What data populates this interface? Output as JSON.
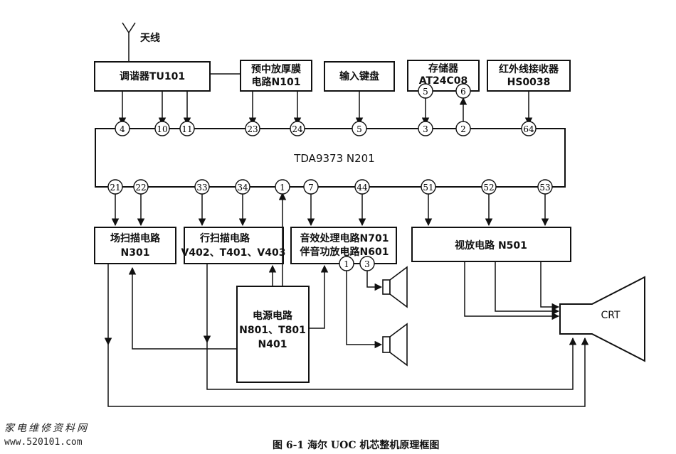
{
  "antenna": "天线",
  "blocks": {
    "tuner": "调谐器TU101",
    "preamp_1": "预中放厚膜",
    "preamp_2": "电路N101",
    "keyboard": "输入键盘",
    "memory_1": "存储器",
    "memory_2": "AT24C08",
    "ir_1": "红外线接收器",
    "ir_2": "HS0038",
    "field_1": "场扫描电路",
    "field_2": "N301",
    "line_1": "行扫描电路",
    "line_2": "V402、T401、V403",
    "audio_1": "音效处理电路N701",
    "audio_2": "伴音功放电路N601",
    "video": "视放电路 N501",
    "power_1": "电源电路",
    "power_2": "N801、T801",
    "power_3": "N401",
    "crt": "CRT"
  },
  "chip_label": "TDA9373  N201",
  "pins": {
    "top": [
      "4",
      "10",
      "11",
      "23",
      "24",
      "5",
      "3",
      "2",
      "64"
    ],
    "bottom": [
      "21",
      "22",
      "33",
      "34",
      "1",
      "7",
      "44",
      "51",
      "52",
      "53"
    ],
    "memory": [
      "5",
      "6"
    ],
    "audio": [
      "1",
      "3"
    ]
  },
  "watermark": {
    "line1": "家电维修资料网",
    "line2": "www.520101.com"
  },
  "caption": "图 6-1   海尔 UOC 机芯整机原理框图"
}
